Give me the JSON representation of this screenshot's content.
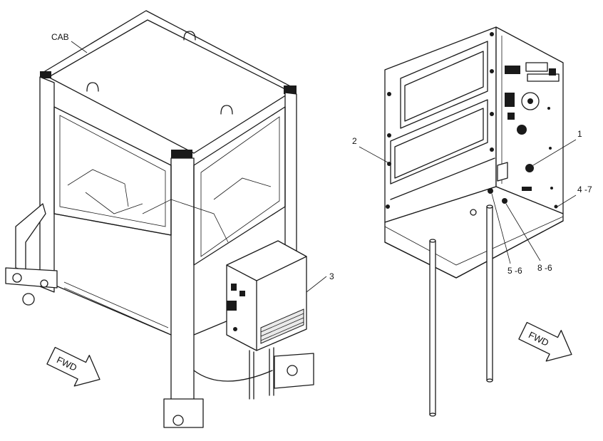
{
  "labels": {
    "cab": "CAB",
    "item_1": "1",
    "item_2": "2",
    "item_3": "3",
    "item_4_7": "4 -7",
    "item_5_6": "5 -6",
    "item_8_6": "8 -6"
  },
  "fwd_arrows": {
    "left": "FWD",
    "right": "FWD"
  }
}
